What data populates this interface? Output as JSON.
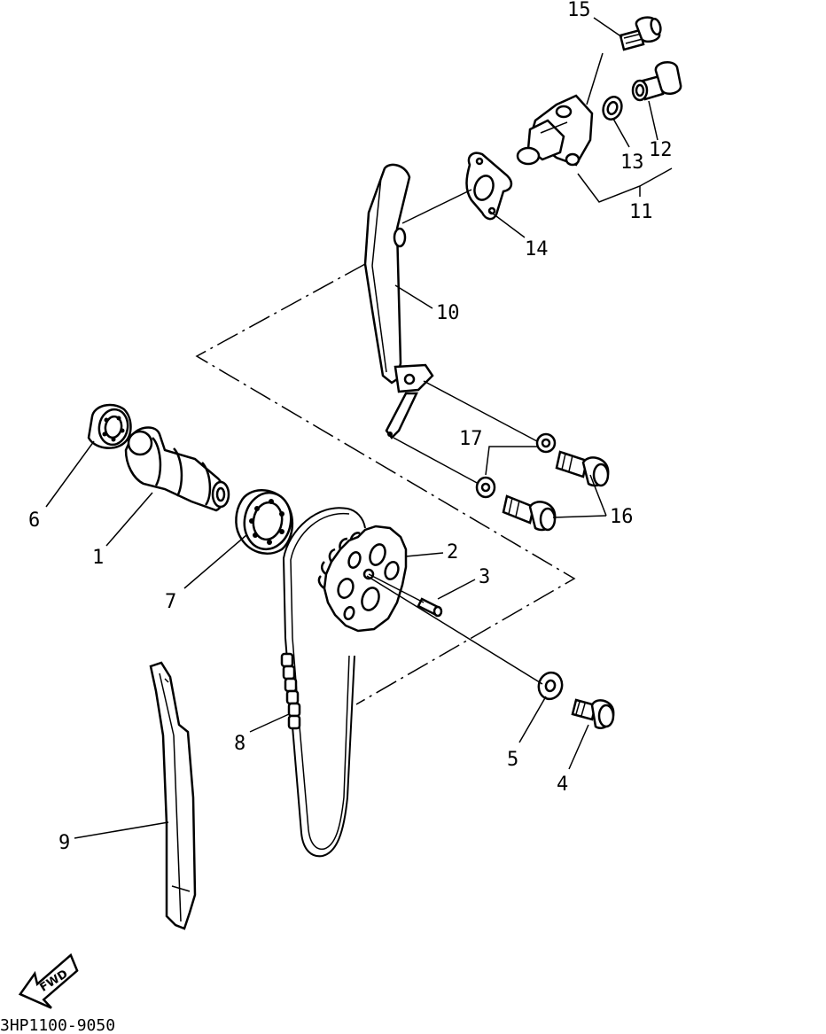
{
  "diagram": {
    "labels": [
      {
        "id": "1",
        "text": "1"
      },
      {
        "id": "2",
        "text": "2"
      },
      {
        "id": "3",
        "text": "3"
      },
      {
        "id": "4",
        "text": "4"
      },
      {
        "id": "5",
        "text": "5"
      },
      {
        "id": "6",
        "text": "6"
      },
      {
        "id": "7",
        "text": "7"
      },
      {
        "id": "8",
        "text": "8"
      },
      {
        "id": "9",
        "text": "9"
      },
      {
        "id": "10",
        "text": "10"
      },
      {
        "id": "11",
        "text": "11"
      },
      {
        "id": "12",
        "text": "12"
      },
      {
        "id": "13",
        "text": "13"
      },
      {
        "id": "14",
        "text": "14"
      },
      {
        "id": "15",
        "text": "15"
      },
      {
        "id": "16",
        "text": "16"
      },
      {
        "id": "17",
        "text": "17"
      }
    ],
    "direction_badge": "FWD",
    "drawing_code": "3HP1100-9050"
  }
}
